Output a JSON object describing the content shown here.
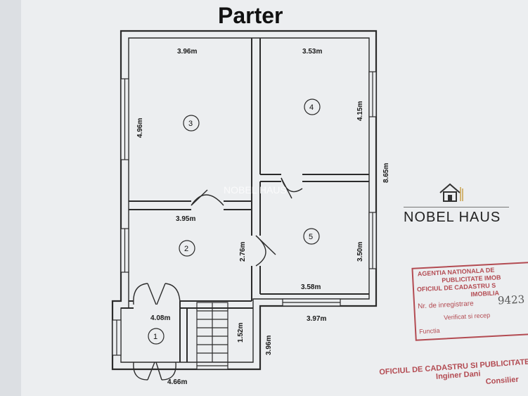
{
  "title": "Parter",
  "watermark": "NOBEL HAUS",
  "logo": {
    "text": "NOBEL HAUS",
    "icon": "house-icon"
  },
  "rooms": [
    {
      "number": "3"
    },
    {
      "number": "4"
    },
    {
      "number": "2"
    },
    {
      "number": "5"
    },
    {
      "number": "1"
    }
  ],
  "dimensions": {
    "room3_width": "3.96m",
    "room3_height": "4.96m",
    "room4_width": "3.53m",
    "room4_height": "4.15m",
    "overall_height": "8.65m",
    "room2_width": "3.95m",
    "room2_height": "2.76m",
    "room5_width": "3.58m",
    "room5_height": "3.50m",
    "lower_right_width": "3.97m",
    "lower_right_height": "3.96m",
    "entry_width": "4.08m",
    "stair_height": "1.52m",
    "bottom_width": "4.66m"
  },
  "stamp": {
    "line1": "AGENTIA NATIONALA DE",
    "line2": "PUBLICITATE IMOB",
    "line3": "OFICIUL DE CADASTRU S",
    "line4": "IMOBILIA",
    "line5": "Nr. de inregistrare",
    "line6": "Verificat si recep",
    "line7": "Functia",
    "handwritten": "9423"
  },
  "stamp_bottom": {
    "line1": "OFICIUL DE CADASTRU SI PUBLICITATE",
    "line2": "Inginer Dani",
    "line3": "Consilier"
  },
  "colors": {
    "paper": "#e4e7eb",
    "wall": "#2b2b2b",
    "stamp": "#b34b52"
  }
}
